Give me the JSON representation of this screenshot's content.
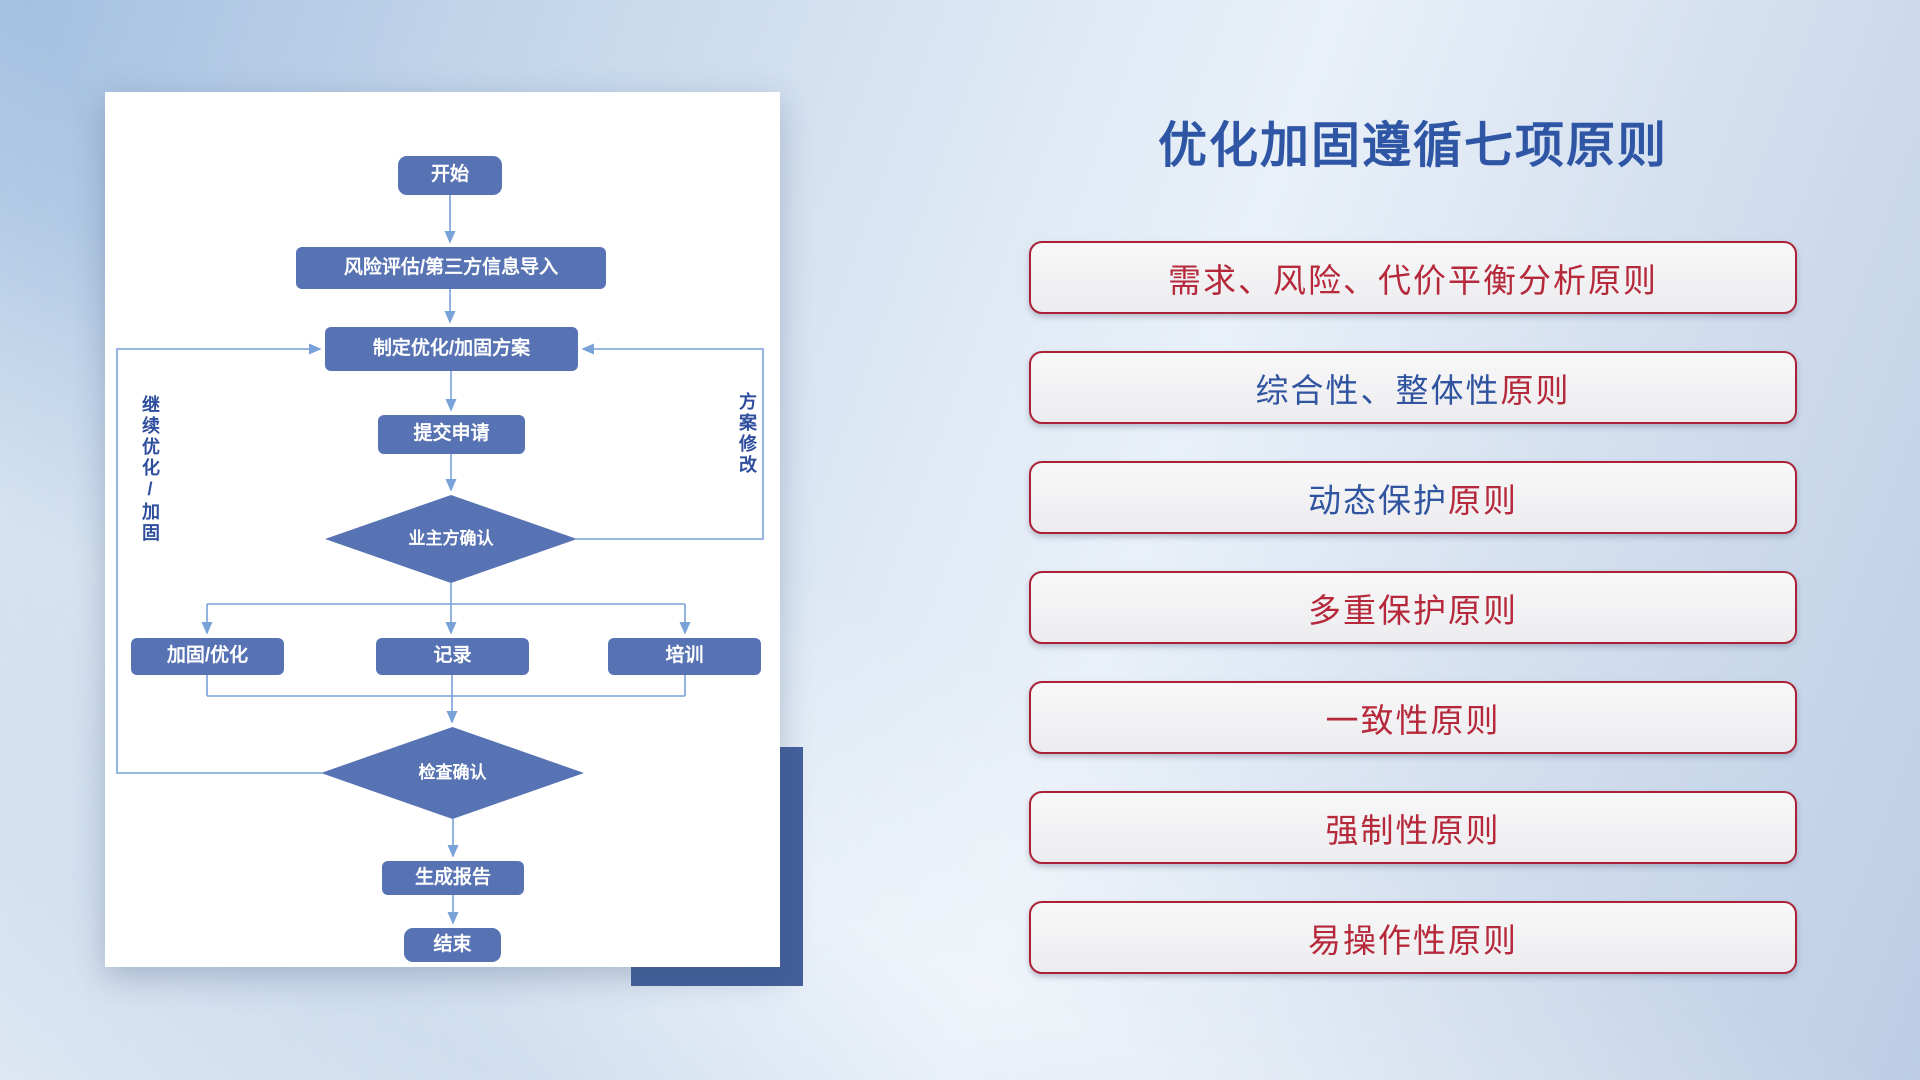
{
  "title": "优化加固遵循七项原则",
  "flowchart": {
    "nodes": {
      "start": "开始",
      "risk_import": "风险评估/第三方信息导入",
      "make_plan": "制定优化/加固方案",
      "submit": "提交申请",
      "owner_confirm": "业主方确认",
      "harden": "加固/优化",
      "record": "记录",
      "train": "培训",
      "check_confirm": "检查确认",
      "report": "生成报告",
      "end": "结束"
    },
    "loop_labels": {
      "continue_optimize": "继续优化/加固",
      "plan_modify": "方案修改"
    }
  },
  "principles": [
    {
      "segments": [
        {
          "text": "需求、风险、代价平衡分析原则",
          "color": "red"
        }
      ]
    },
    {
      "segments": [
        {
          "text": "综合性、整体性",
          "color": "blue"
        },
        {
          "text": "原则",
          "color": "red"
        }
      ]
    },
    {
      "segments": [
        {
          "text": "动态保护",
          "color": "blue"
        },
        {
          "text": "原则",
          "color": "red"
        }
      ]
    },
    {
      "segments": [
        {
          "text": "多重保护原则",
          "color": "red"
        }
      ]
    },
    {
      "segments": [
        {
          "text": "一致性原则",
          "color": "red"
        }
      ]
    },
    {
      "segments": [
        {
          "text": "强制性原则",
          "color": "red"
        }
      ]
    },
    {
      "segments": [
        {
          "text": "易操作性原则",
          "color": "red"
        }
      ]
    }
  ],
  "colors": {
    "node_fill": "#5873b3",
    "connector": "#78a2d8",
    "title_blue": "#2f55a5",
    "principle_red": "#b5293b",
    "principle_blue": "#30549f",
    "principle_border": "#aa2135",
    "loop_label": "#2f4f9e",
    "accent_rect": "#44609b"
  }
}
